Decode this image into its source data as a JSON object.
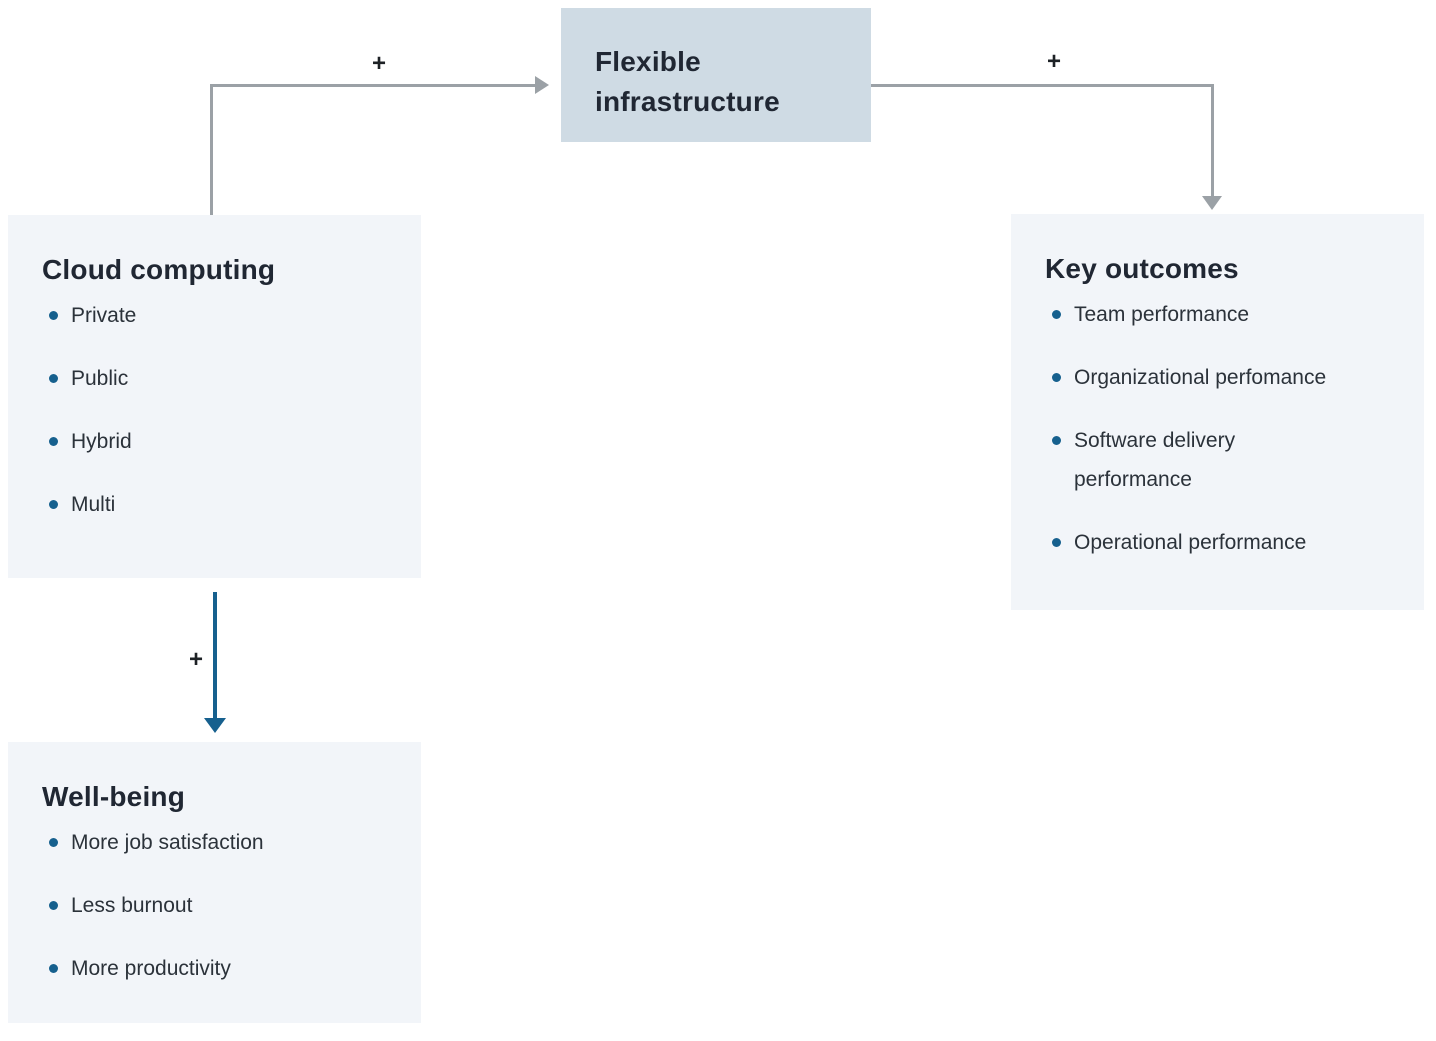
{
  "diagram": {
    "nodes": {
      "flexible_infrastructure": {
        "title": "Flexible infrastructure"
      },
      "cloud_computing": {
        "title": "Cloud computing",
        "items": [
          "Private",
          "Public",
          "Hybrid",
          "Multi"
        ]
      },
      "key_outcomes": {
        "title": "Key outcomes",
        "items": [
          "Team performance",
          "Organizational perfomance",
          "Software delivery performance",
          "Operational performance"
        ]
      },
      "well_being": {
        "title": "Well-being",
        "items": [
          "More job satisfaction",
          "Less burnout",
          "More productivity"
        ]
      }
    },
    "edges": [
      {
        "from": "Cloud computing",
        "to": "Flexible infrastructure",
        "label": "+",
        "color": "#9ba1a6"
      },
      {
        "from": "Flexible infrastructure",
        "to": "Key outcomes",
        "label": "+",
        "color": "#9ba1a6"
      },
      {
        "from": "Cloud computing",
        "to": "Well-being",
        "label": "+",
        "color": "#16608e"
      }
    ],
    "colors": {
      "highlight_node_bg": "#cfdbe4",
      "panel_bg": "#f2f5f9",
      "arrow_gray": "#9ba1a6",
      "arrow_blue": "#16608e",
      "bullet": "#16608e",
      "title_text": "#202733",
      "body_text": "#2b323a"
    }
  }
}
